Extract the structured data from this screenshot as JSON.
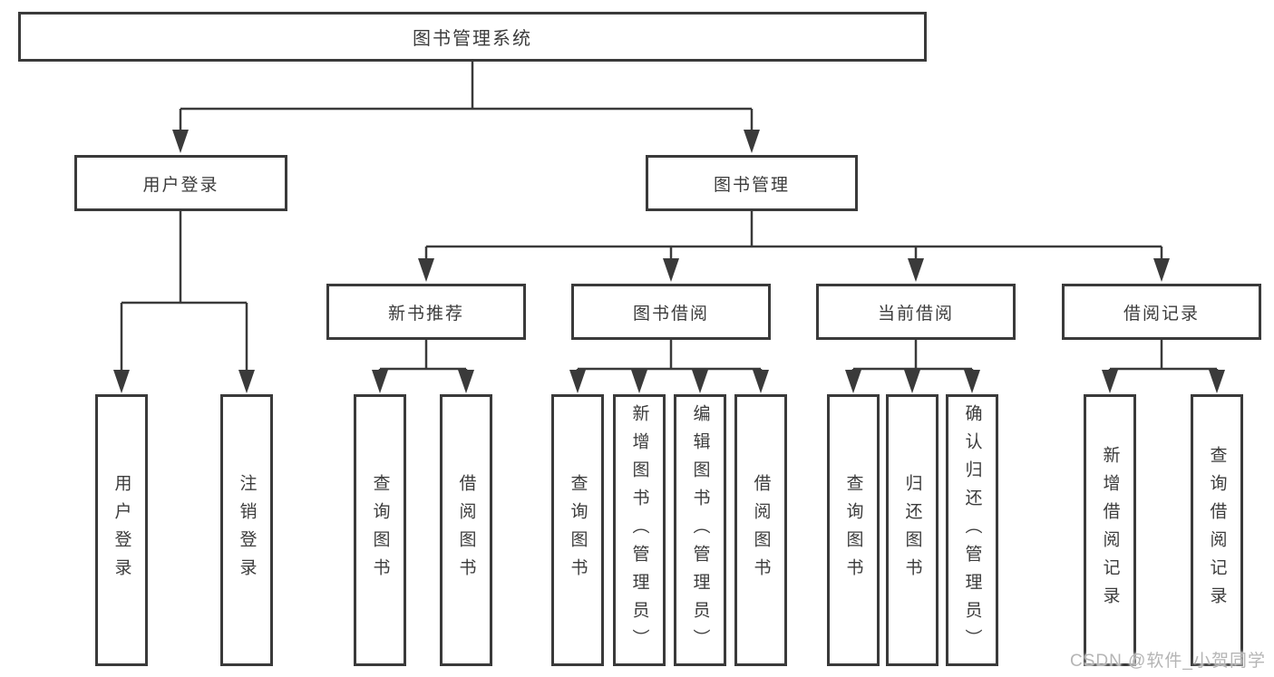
{
  "hierarchy": {
    "label": "图书管理系统",
    "children": [
      {
        "label": "用户登录",
        "children": [
          {
            "label": "用户登录"
          },
          {
            "label": "注销登录"
          }
        ]
      },
      {
        "label": "图书管理",
        "children": [
          {
            "label": "新书推荐",
            "children": [
              {
                "label": "查询图书"
              },
              {
                "label": "借阅图书"
              }
            ]
          },
          {
            "label": "图书借阅",
            "children": [
              {
                "label": "查询图书"
              },
              {
                "label": "新增图书（管理员）"
              },
              {
                "label": "编辑图书（管理员）"
              },
              {
                "label": "借阅图书"
              }
            ]
          },
          {
            "label": "当前借阅",
            "children": [
              {
                "label": "查询图书"
              },
              {
                "label": "归还图书"
              },
              {
                "label": "确认归还（管理员）"
              }
            ]
          },
          {
            "label": "借阅记录",
            "children": [
              {
                "label": "新增借阅记录"
              },
              {
                "label": "查询借阅记录"
              }
            ]
          }
        ]
      }
    ]
  },
  "watermark": {
    "text": "CSDN @软件_小贺同学"
  },
  "colors": {
    "line": "#3a3a3a",
    "text": "#3c3c3c",
    "watermark": "#b5b5b5",
    "background": "#ffffff"
  }
}
